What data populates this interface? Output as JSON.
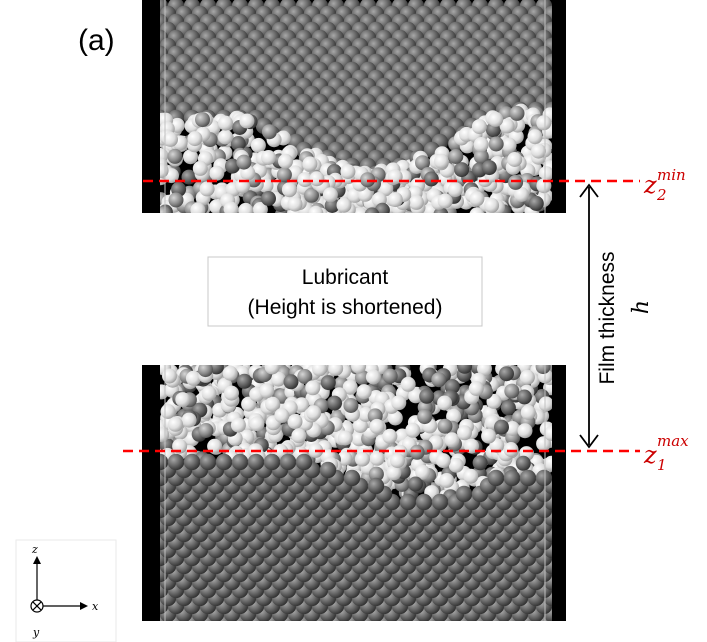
{
  "panel_label": "(a)",
  "lubricant_label": {
    "line1": "Lubricant",
    "line2": "(Height is shortened)"
  },
  "film_thickness": {
    "label": "Film thickness",
    "symbol": "h"
  },
  "levels": {
    "upper": {
      "base": "z",
      "sub": "2",
      "sup": "min"
    },
    "lower": {
      "base": "z",
      "sub": "1",
      "sup": "max"
    }
  },
  "axes": {
    "z": "z",
    "x": "x",
    "y": "y"
  },
  "colors": {
    "frame": "#000000",
    "dark_atom": "#5f5f5f",
    "light_atom": "#e6e6e6",
    "dashed_line": "#ff0000",
    "text": "#000000",
    "label_box_border": "#c8c8c8"
  }
}
